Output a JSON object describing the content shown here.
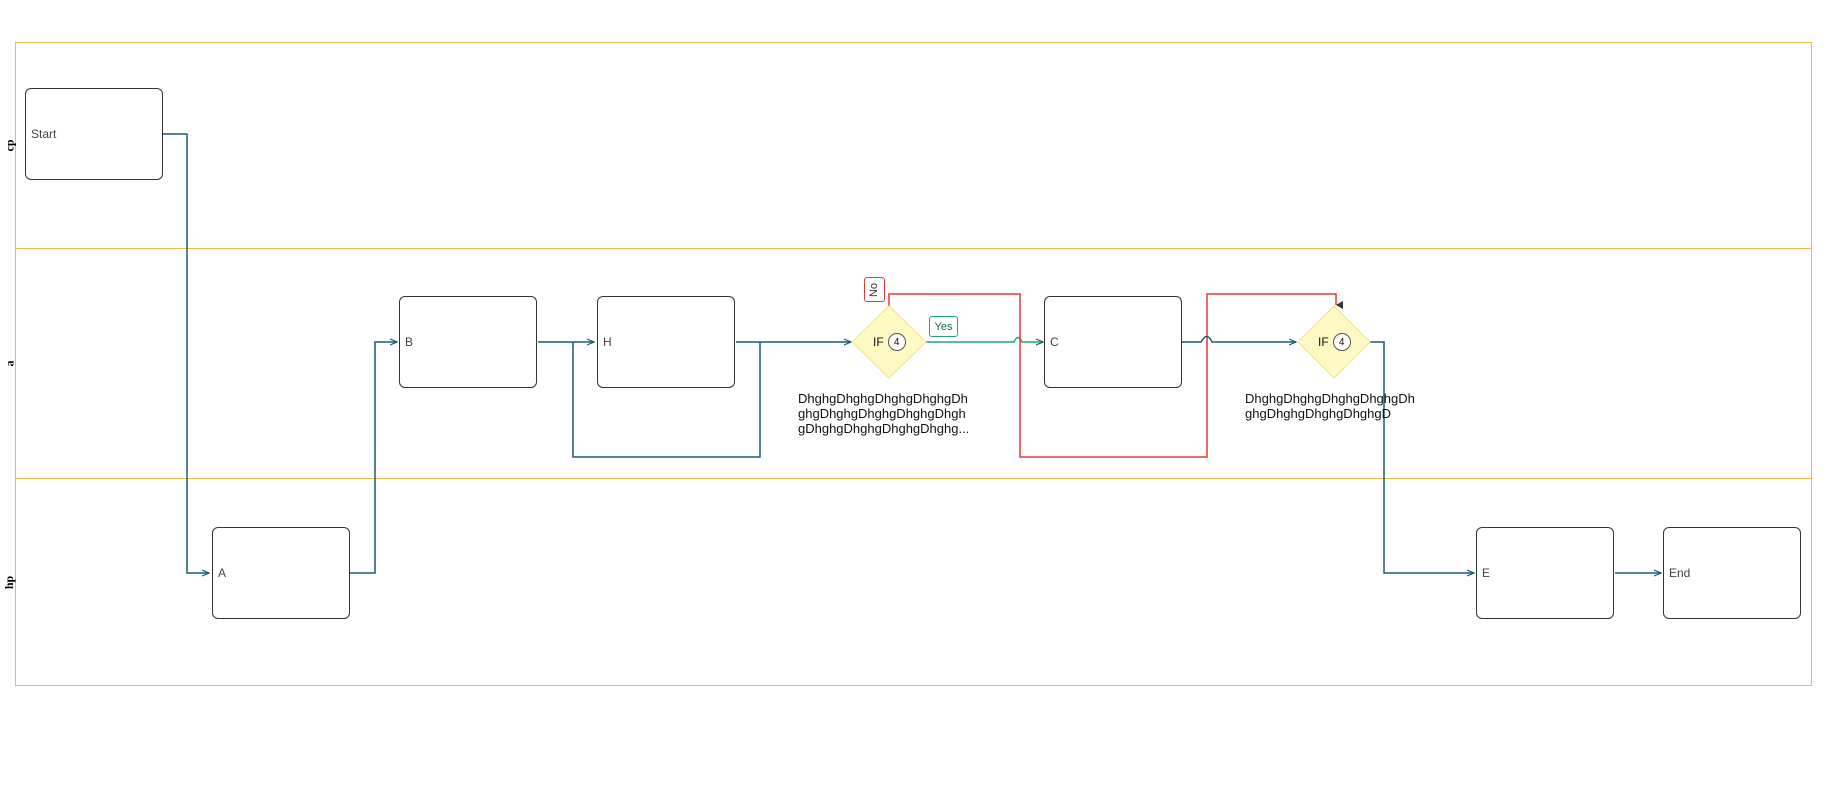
{
  "lanes": [
    {
      "label": "cp"
    },
    {
      "label": "a"
    },
    {
      "label": "hp"
    }
  ],
  "nodes": {
    "start": "Start",
    "a": "A",
    "b": "B",
    "h": "H",
    "c": "C",
    "e": "E",
    "end": "End"
  },
  "gateways": [
    {
      "label": "IF",
      "count": "4",
      "text": [
        "DhghgDhghgDhghgDhghgDh",
        "ghgDhghgDhghgDhghgDhgh",
        "gDhghgDhghgDhghgDhghg..."
      ]
    },
    {
      "label": "IF",
      "count": "4",
      "text": [
        "DhghgDhghgDhghgDhghgDh",
        "ghgDhghgDhghgDhghgD"
      ]
    }
  ],
  "tags": {
    "yes": "Yes",
    "no": "No"
  },
  "colors": {
    "lane_border": "#f5b942",
    "flow": "#1a5d73",
    "yes_flow": "#1fa971",
    "no_flow": "#e53935",
    "gateway_fill": "#fff9c4"
  }
}
